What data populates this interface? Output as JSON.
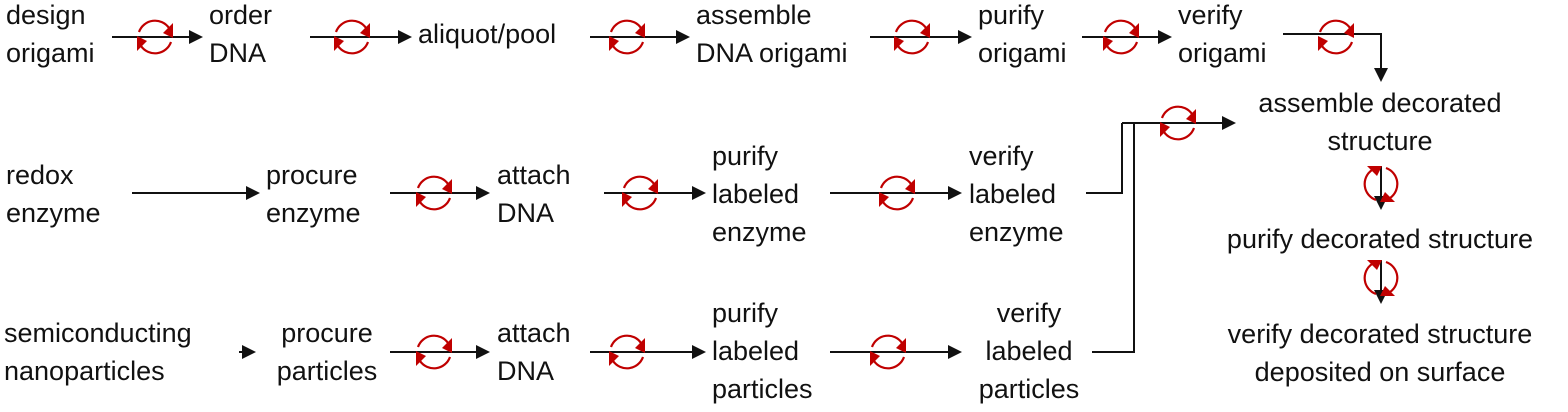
{
  "colors": {
    "line": "#111111",
    "cycle": "#c00000"
  },
  "nodes": {
    "design_origami": [
      "design",
      "origami"
    ],
    "order_dna": [
      "order",
      "DNA"
    ],
    "aliquot_pool": [
      "aliquot/pool"
    ],
    "assemble_origami": [
      "assemble",
      "DNA origami"
    ],
    "purify_origami": [
      "purify",
      "origami"
    ],
    "verify_origami": [
      "verify",
      "origami"
    ],
    "redox_enzyme": [
      "redox",
      "enzyme"
    ],
    "procure_enzyme": [
      "procure",
      "enzyme"
    ],
    "attach_dna_enzyme": [
      "attach",
      "DNA"
    ],
    "purify_labeled_enzyme": [
      "purify",
      "labeled",
      "enzyme"
    ],
    "verify_labeled_enzyme": [
      "verify",
      "labeled",
      "enzyme"
    ],
    "semiconducting_np": [
      "semiconducting",
      "nanoparticles"
    ],
    "procure_particles": [
      "procure",
      "particles"
    ],
    "attach_dna_particles": [
      "attach",
      "DNA"
    ],
    "purify_labeled_particles": [
      "purify",
      "labeled",
      "particles"
    ],
    "verify_labeled_particles": [
      "verify",
      "labeled",
      "particles"
    ],
    "assemble_decorated": [
      "assemble decorated",
      "structure"
    ],
    "purify_decorated": [
      "purify decorated structure"
    ],
    "verify_decorated": [
      "verify decorated structure",
      "deposited on surface"
    ]
  },
  "edges": [
    {
      "from": "design_origami",
      "to": "order_dna",
      "iterative": true
    },
    {
      "from": "order_dna",
      "to": "aliquot_pool",
      "iterative": true
    },
    {
      "from": "aliquot_pool",
      "to": "assemble_origami",
      "iterative": true
    },
    {
      "from": "assemble_origami",
      "to": "purify_origami",
      "iterative": true
    },
    {
      "from": "purify_origami",
      "to": "verify_origami",
      "iterative": true
    },
    {
      "from": "verify_origami",
      "to": "assemble_decorated",
      "iterative": true
    },
    {
      "from": "redox_enzyme",
      "to": "procure_enzyme",
      "iterative": false
    },
    {
      "from": "procure_enzyme",
      "to": "attach_dna_enzyme",
      "iterative": true
    },
    {
      "from": "attach_dna_enzyme",
      "to": "purify_labeled_enzyme",
      "iterative": true
    },
    {
      "from": "purify_labeled_enzyme",
      "to": "verify_labeled_enzyme",
      "iterative": true
    },
    {
      "from": "verify_labeled_enzyme",
      "to": "assemble_decorated",
      "iterative": true
    },
    {
      "from": "semiconducting_np",
      "to": "procure_particles",
      "iterative": false
    },
    {
      "from": "procure_particles",
      "to": "attach_dna_particles",
      "iterative": true
    },
    {
      "from": "attach_dna_particles",
      "to": "purify_labeled_particles",
      "iterative": true
    },
    {
      "from": "purify_labeled_particles",
      "to": "verify_labeled_particles",
      "iterative": true
    },
    {
      "from": "verify_labeled_particles",
      "to": "assemble_decorated",
      "iterative": true
    },
    {
      "from": "assemble_decorated",
      "to": "purify_decorated",
      "iterative": true
    },
    {
      "from": "purify_decorated",
      "to": "verify_decorated",
      "iterative": true
    }
  ]
}
